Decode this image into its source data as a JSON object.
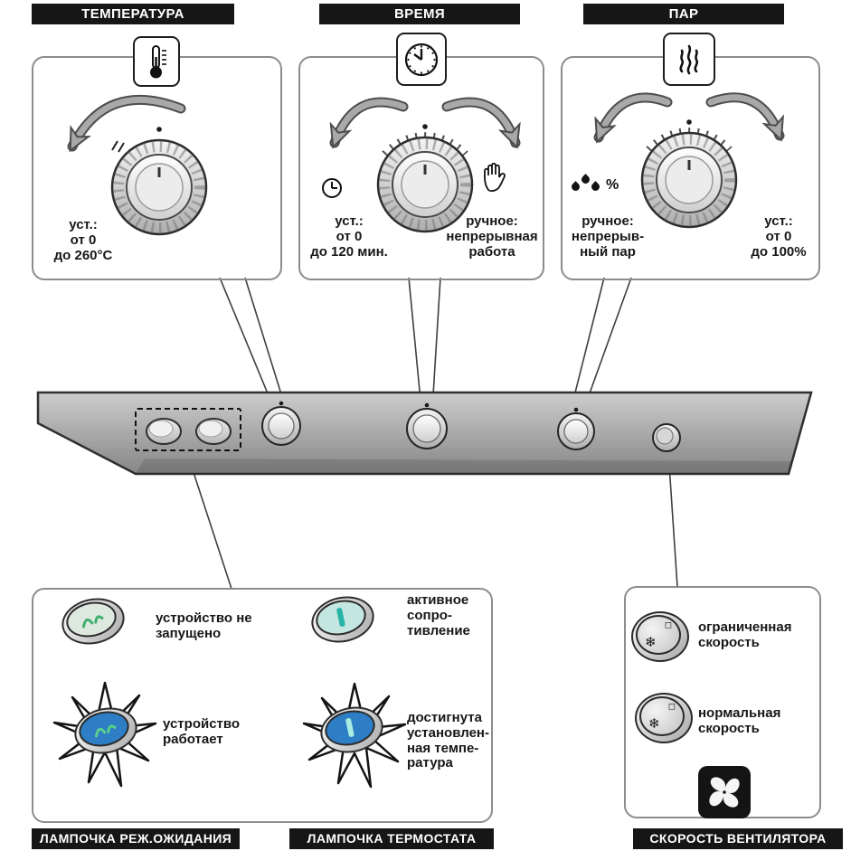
{
  "panels": {
    "temperature": {
      "title": "ТЕМПЕРАТУРА",
      "set_label": "уст.:\nот 0\nдо 260°C"
    },
    "time": {
      "title": "ВРЕМЯ",
      "set_label": "уст.:\nот 0\nдо 120 мин.",
      "manual_label": "ручное:\nнепрерывная\nработа"
    },
    "steam": {
      "title": "ПАР",
      "manual_label": "ручное:\nнепрерыв-\nный пар",
      "set_label": "уст.:\nот 0\nдо 100%"
    }
  },
  "indicators": {
    "standby": {
      "title": "ЛАМПОЧКА РЕЖ.ОЖИДАНИЯ",
      "not_running": "устройство не\nзапущено",
      "running": "устройство\nработает"
    },
    "thermostat": {
      "title": "ЛАМПОЧКА ТЕРМОСТАТА",
      "active": "активное\nсопро-\nтивление",
      "reached": "достигнута\nустановлен-\nная темпе-\nратура"
    },
    "fan": {
      "title": "СКОРОСТЬ ВЕНТИЛЯТОРА",
      "limited": "ограниченная\nскорость",
      "normal": "нормальная\nскорость"
    }
  },
  "glyphs": {
    "snowflake": "❄",
    "square": "◻",
    "percent": "%"
  },
  "colors": {
    "panel_gray": "#a8a8a8",
    "lamp_face_blue": "#2d7ec4",
    "lamp_glyph_green": "#3fae6e",
    "lamp_glyph_cyan": "#27b3a8",
    "header_black": "#161616"
  }
}
